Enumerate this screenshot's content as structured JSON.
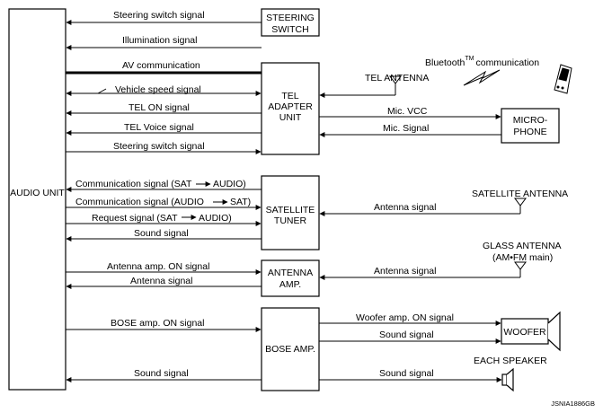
{
  "units": {
    "audio_unit": "AUDIO UNIT",
    "steering_switch": [
      "STEERING",
      "SWITCH"
    ],
    "tel_adapter_unit": [
      "TEL",
      "ADAPTER",
      "UNIT"
    ],
    "microphone": [
      "MICRO-",
      "PHONE"
    ],
    "satellite_tuner": [
      "SATELLITE",
      "TUNER"
    ],
    "antenna_amp": [
      "ANTENNA",
      "AMP."
    ],
    "bose_amp": "BOSE AMP.",
    "woofer": "WOOFER"
  },
  "signals": {
    "steering_switch_top": "Steering switch signal",
    "illumination": "Illumination signal",
    "av_communication": "AV communication",
    "vehicle_speed": "Vehicle speed signal",
    "tel_on": "TEL ON signal",
    "tel_voice": "TEL Voice signal",
    "steering_switch_tel": "Steering switch signal",
    "comm_sat_audio": "Communication signal (SAT",
    "comm_sat_audio_end": "AUDIO)",
    "comm_audio_sat": "Communication signal (AUDIO",
    "comm_audio_sat_end": "SAT)",
    "request": "Request signal (SAT",
    "request_end": "AUDIO)",
    "sound_sat": "Sound signal",
    "antenna_amp_on": "Antenna amp. ON signal",
    "antenna_signal_amp": "Antenna signal",
    "bose_amp_on": "BOSE amp. ON signal",
    "sound_bose": "Sound signal",
    "mic_vcc": "Mic. VCC",
    "mic_signal": "Mic. Signal",
    "antenna_signal_sat": "Antenna signal",
    "antenna_signal_glass": "Antenna signal",
    "woofer_amp_on": "Woofer amp. ON signal",
    "sound_woofer": "Sound signal",
    "sound_speaker": "Sound signal"
  },
  "labels": {
    "tel_antenna": "TEL ANTENNA",
    "bluetooth": "Bluetooth",
    "bluetooth_tm": "TM",
    "bluetooth_comm": "communication",
    "satellite_antenna": "SATELLITE ANTENNA",
    "glass_antenna": "GLASS ANTENNA",
    "glass_antenna_sub": "(AM•FM main)",
    "each_speaker": "EACH SPEAKER",
    "figure_code": "JSNIA1886GB"
  }
}
